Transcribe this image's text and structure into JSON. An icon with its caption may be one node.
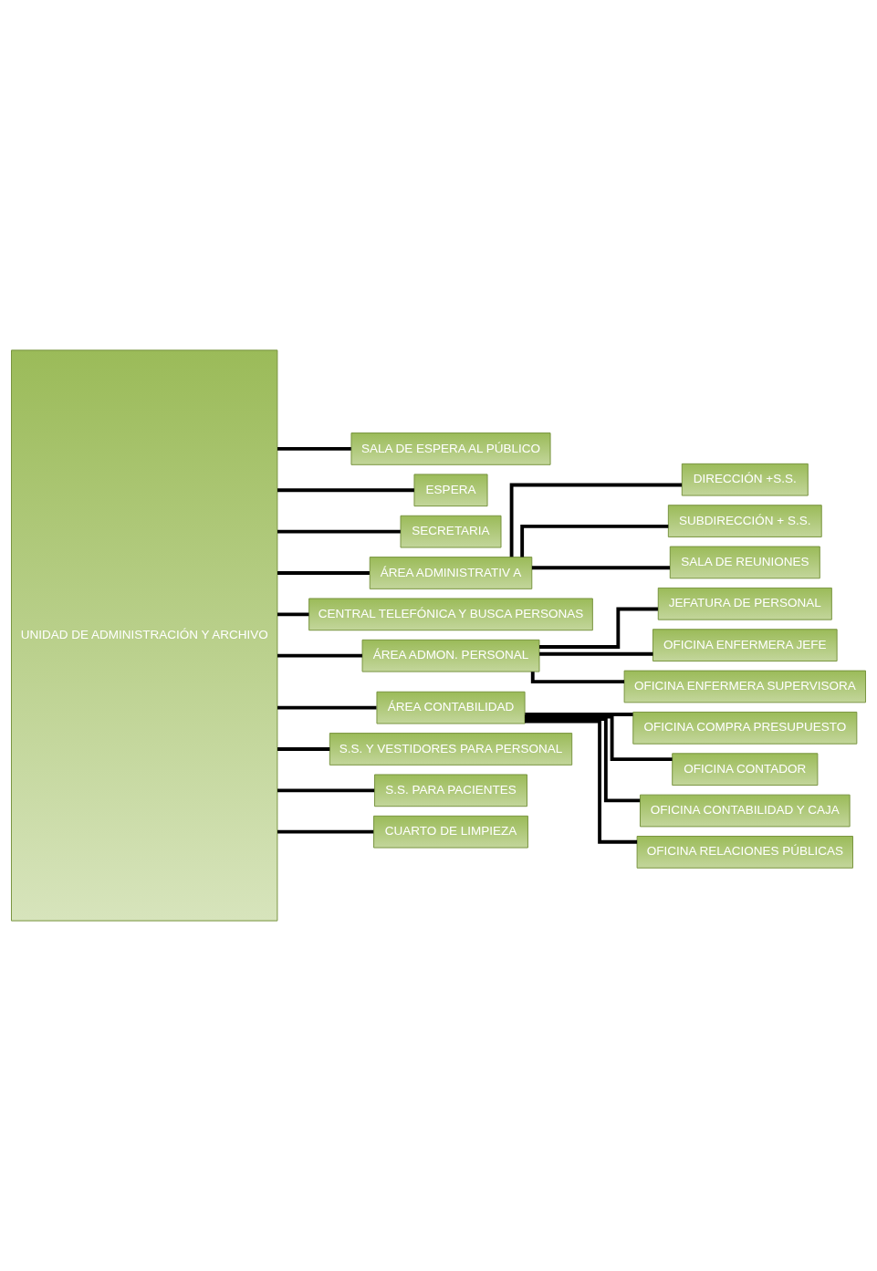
{
  "diagram": {
    "nodes": [
      {
        "text": [
          "UNIDAD DE ADMINISTRACIÓN Y ARCHIVO"
        ]
      },
      {
        "text": [
          "SALA DE ESPERA AL PÚBLICO"
        ]
      },
      {
        "text": [
          "ESPERA"
        ]
      },
      {
        "text": [
          "SECRETARIA"
        ]
      },
      {
        "text": [
          "ÁREA ADMINISTRATIV A"
        ]
      },
      {
        "text": [
          "DIRECCIÓN +S.S."
        ]
      },
      {
        "text": [
          "SUBDIRECCIÓN + S.S."
        ]
      },
      {
        "text": [
          "SALA DE REUNIONES"
        ]
      },
      {
        "text": [
          "CENTRAL TELEFÓNICA Y BUSCA PERSONAS"
        ]
      },
      {
        "text": [
          "ÁREA ADMON. PERSONAL"
        ]
      },
      {
        "text": [
          "JEFATURA DE PERSONAL"
        ]
      },
      {
        "text": [
          "OFICINA ENFERMERA JEFE"
        ]
      },
      {
        "text": [
          "OFICINA ENFERMERA SUPERVISORA"
        ]
      },
      {
        "text": [
          "ÁREA CONTABILIDAD"
        ]
      },
      {
        "text": [
          "OFICINA COMPRA PRESUPUESTO"
        ]
      },
      {
        "text": [
          "OFICINA CONTADOR"
        ]
      },
      {
        "text": [
          "OFICINA CONTABILIDAD Y CAJA"
        ]
      },
      {
        "text": [
          "OFICINA RELACIONES PÚBLICAS"
        ]
      },
      {
        "text": [
          "S.S. Y VESTIDORES PARA PERSONAL"
        ]
      },
      {
        "text": [
          "S.S. PARA PACIENTES"
        ]
      },
      {
        "text": [
          "CUARTO DE LIMPIEZA"
        ]
      }
    ],
    "edges": [
      {
        "from": 0,
        "to": 1,
        "arrow": "none"
      },
      {
        "from": 0,
        "to": 2,
        "arrow": "none"
      },
      {
        "from": 0,
        "to": 3,
        "arrow": "none"
      },
      {
        "from": 0,
        "to": 4,
        "arrow": "none"
      },
      {
        "from": 4,
        "to": 5,
        "arrow": "none"
      },
      {
        "from": 4,
        "to": 6,
        "arrow": "none"
      },
      {
        "from": 4,
        "to": 7,
        "arrow": "none"
      },
      {
        "from": 0,
        "to": 8,
        "arrow": "none"
      },
      {
        "from": 0,
        "to": 9,
        "arrow": "none"
      },
      {
        "from": 9,
        "to": 10,
        "arrow": "none"
      },
      {
        "from": 9,
        "to": 11,
        "arrow": "none"
      },
      {
        "from": 9,
        "to": 12,
        "arrow": "none"
      },
      {
        "from": 0,
        "to": 13,
        "arrow": "none"
      },
      {
        "from": 13,
        "to": 14,
        "arrow": "none"
      },
      {
        "from": 13,
        "to": 15,
        "arrow": "none"
      },
      {
        "from": 13,
        "to": 16,
        "arrow": "none"
      },
      {
        "from": 13,
        "to": 17,
        "arrow": "none"
      },
      {
        "from": 0,
        "to": 18,
        "arrow": "none"
      },
      {
        "from": 0,
        "to": 19,
        "arrow": "none"
      },
      {
        "from": 0,
        "to": 20,
        "arrow": "none"
      }
    ]
  }
}
